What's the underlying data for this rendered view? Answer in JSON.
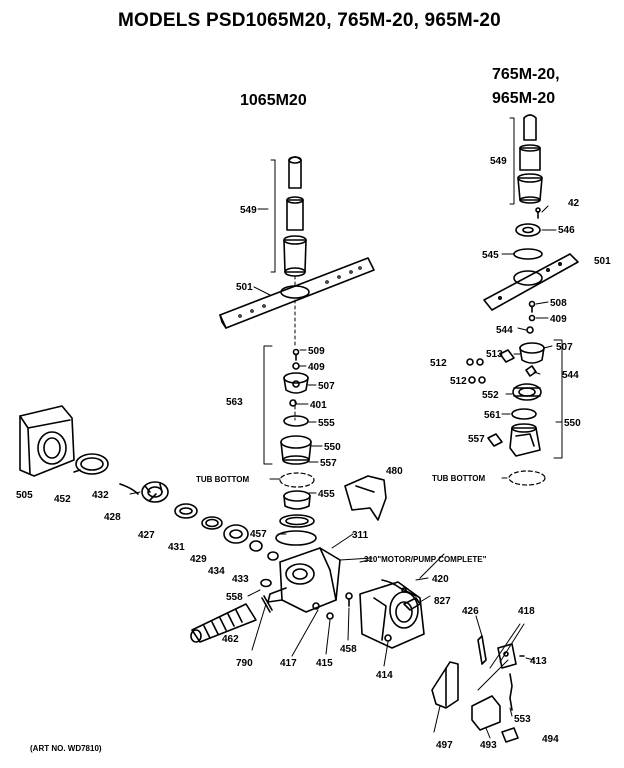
{
  "headings": {
    "title": "MODELS PSD1065M20, 765M-20, 965M-20",
    "left_model": "1065M20",
    "right_model_line1": "765M-20,",
    "right_model_line2": "965M-20",
    "art_no": "(ART NO. WD7810)"
  },
  "labels": {
    "tub_bottom": "TUB BOTTOM",
    "motor_pump": "310\"MOTOR/PUMP COMPLETE\"",
    "p549": "549",
    "p501": "501",
    "p509": "509",
    "p409": "409",
    "p507": "507",
    "p563": "563",
    "p401": "401",
    "p555": "555",
    "p550": "550",
    "p557": "557",
    "p455": "455",
    "p480": "480",
    "p505": "505",
    "p452": "452",
    "p432": "432",
    "p428": "428",
    "p427": "427",
    "p431": "431",
    "p429": "429",
    "p434": "434",
    "p457": "457",
    "p311": "311",
    "p433": "433",
    "p420": "420",
    "p558": "558",
    "p827": "827",
    "p462": "462",
    "p790": "790",
    "p417": "417",
    "p415": "415",
    "p458": "458",
    "p414": "414",
    "p426": "426",
    "p418": "418",
    "p413": "413",
    "p553": "553",
    "p497": "497",
    "p493": "493",
    "p494": "494",
    "r549": "549",
    "r42": "42",
    "r546": "546",
    "r545": "545",
    "r501": "501",
    "r508": "508",
    "r409": "409",
    "r544a": "544",
    "r513": "513",
    "r507": "507",
    "r512a": "512",
    "r512b": "512",
    "r544b": "544",
    "r552": "552",
    "r561": "561",
    "r550": "550",
    "r557": "557",
    "r_tub_bottom": "TUB BOTTOM"
  }
}
